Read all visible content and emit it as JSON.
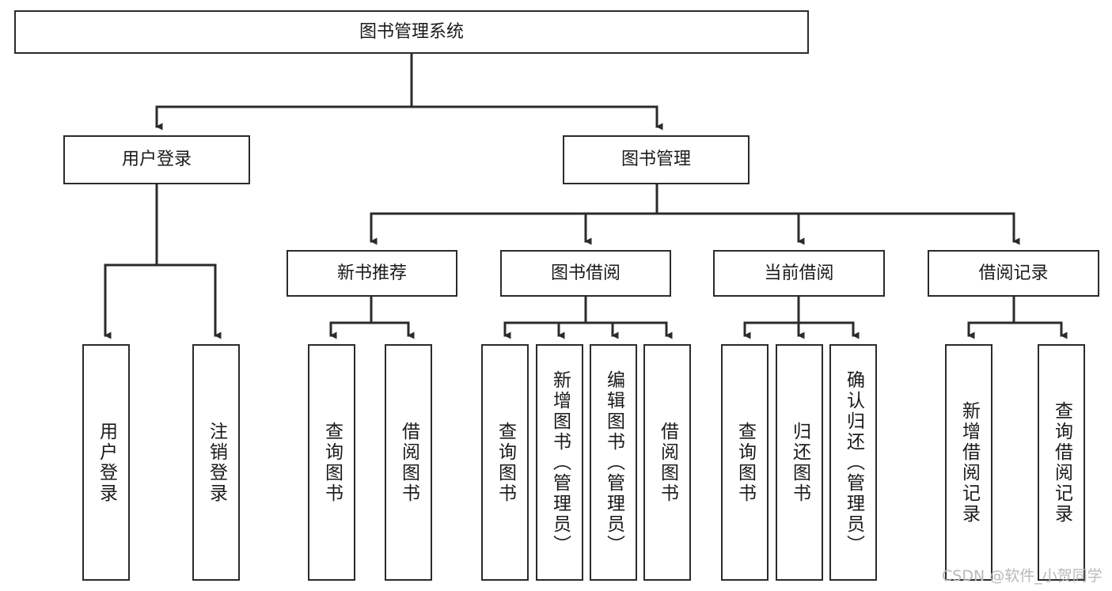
{
  "diagram": {
    "title": "图书管理系统",
    "type": "tree",
    "watermark": "CSDN @软件_小贺同学",
    "colors": {
      "box_border": "#2b2b2b",
      "box_fill": "#ffffff",
      "edge": "#2b2b2b",
      "text": "#1a1a1a",
      "watermark": "#b9b9b9"
    },
    "nodes": {
      "root": {
        "label": "图书管理系统"
      },
      "level1": [
        {
          "id": "user-login",
          "label": "用户登录"
        },
        {
          "id": "book-management",
          "label": "图书管理"
        }
      ],
      "level2": [
        {
          "id": "new-book-recommend",
          "label": "新书推荐"
        },
        {
          "id": "book-borrow",
          "label": "图书借阅"
        },
        {
          "id": "current-borrow",
          "label": "当前借阅"
        },
        {
          "id": "borrow-record",
          "label": "借阅记录"
        }
      ],
      "leaves": {
        "user_login": [
          {
            "id": "leaf-user-login",
            "label": "用户登录"
          },
          {
            "id": "leaf-logout-login",
            "label": "注销登录"
          }
        ],
        "new_book_recommend": [
          {
            "id": "leaf-query-book-1",
            "label": "查询图书"
          },
          {
            "id": "leaf-borrow-book-1",
            "label": "借阅图书"
          }
        ],
        "book_borrow": [
          {
            "id": "leaf-query-book-2",
            "label": "查询图书"
          },
          {
            "id": "leaf-add-book",
            "label": "新增图书（管理员）"
          },
          {
            "id": "leaf-edit-book",
            "label": "编辑图书（管理员）"
          },
          {
            "id": "leaf-borrow-book-2",
            "label": "借阅图书"
          }
        ],
        "current_borrow": [
          {
            "id": "leaf-query-book-3",
            "label": "查询图书"
          },
          {
            "id": "leaf-return-book",
            "label": "归还图书"
          },
          {
            "id": "leaf-confirm-return",
            "label": "确认归还（管理员）"
          }
        ],
        "borrow_record": [
          {
            "id": "leaf-add-record",
            "label": "新增借阅记录"
          },
          {
            "id": "leaf-query-record",
            "label": "查询借阅记录"
          }
        ]
      }
    }
  }
}
